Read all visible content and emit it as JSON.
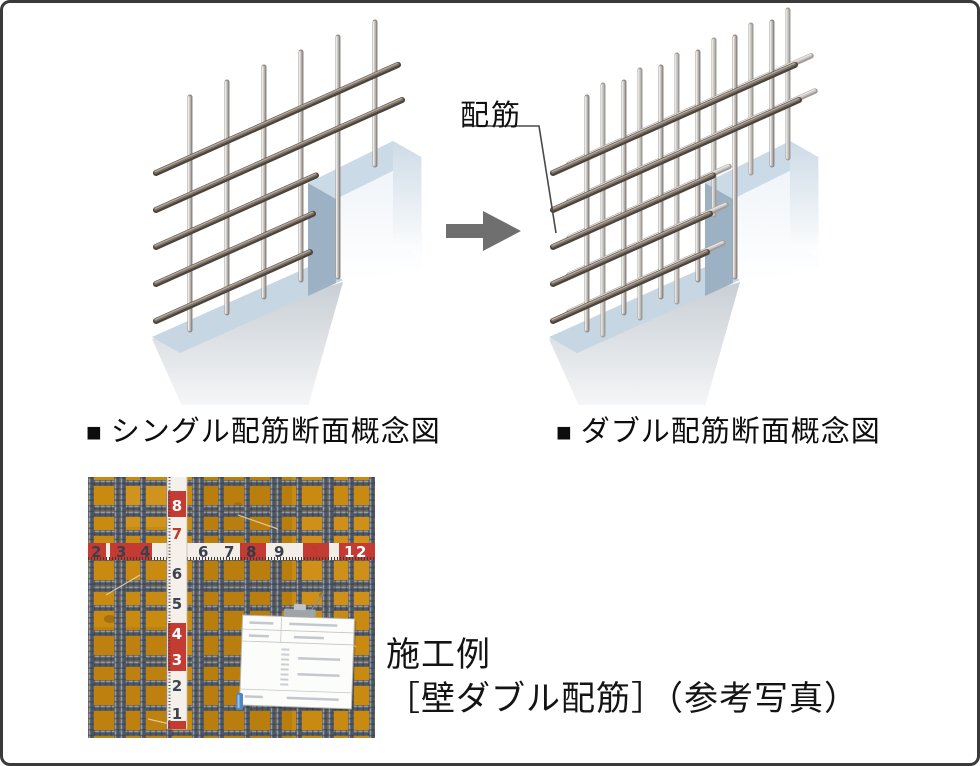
{
  "page": {
    "background": "#ffffff",
    "frame_color": "#3a3a3a"
  },
  "callout": {
    "text": "配筋"
  },
  "arrow": {
    "name": "transform-right-arrow",
    "color": "#6f6f6f"
  },
  "captions": {
    "single_marker": "■",
    "single_text": "シングル配筋断面概念図",
    "double_marker": "■",
    "double_text": "ダブル配筋断面概念図"
  },
  "photo_caption": {
    "line1": "施工例",
    "line2": "［壁ダブル配筋］（参考写真）"
  },
  "diagram": {
    "colors": {
      "wall_top": "#c6d6e3",
      "wall_top_tall": "#cbdae7",
      "wall_step": "#9cb2c4",
      "bar_silver": [
        "#8f8a85",
        "#c9c5c1",
        "#efedeb"
      ],
      "bar_silver_back": [
        "#a19c97",
        "#ccc8c4",
        "#e8e6e3"
      ],
      "bar_dark": [
        "#4c433b",
        "#7d7268",
        "#b4aa9f"
      ]
    }
  },
  "photo": {
    "plywood_color": "#c98a12",
    "mesh_bar_color": "#4d5664",
    "tape_red": "#c43b33",
    "tape_digits": [
      "2",
      "3",
      "4",
      "6",
      "7",
      "8",
      "9",
      "1",
      "1",
      "2"
    ],
    "staff_digits": [
      "8",
      "7",
      "6",
      "5",
      "4",
      "3",
      "2",
      "1"
    ]
  }
}
